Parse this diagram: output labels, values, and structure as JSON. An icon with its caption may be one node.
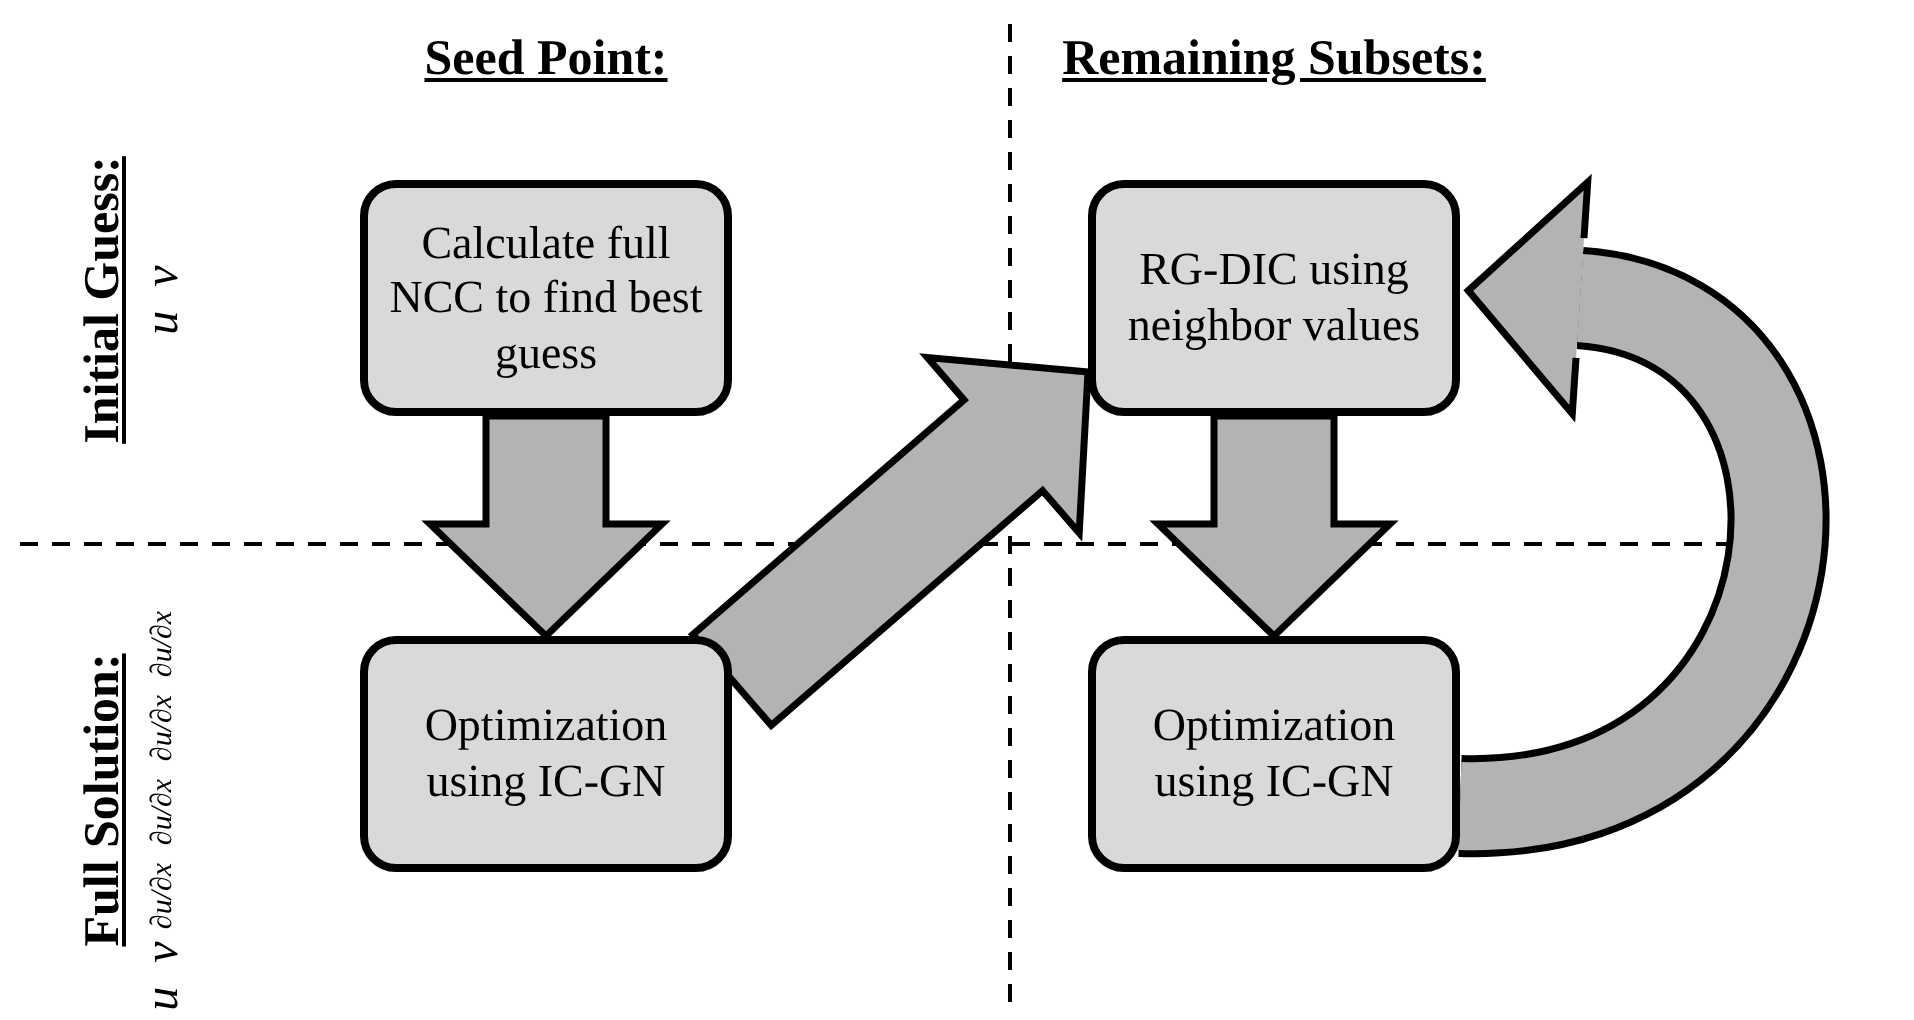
{
  "diagram": {
    "nodes": [
      {
        "text": [
          "Calculate full NCC to find best guess"
        ]
      },
      {
        "text": [
          "RG-DIC using neighbor values"
        ]
      },
      {
        "text": [
          "Optimization using IC-GN"
        ]
      },
      {
        "text": [
          "Optimization using IC-GN"
        ]
      }
    ],
    "edges": [
      {
        "from": 0,
        "to": 2,
        "arrow": "to"
      },
      {
        "from": 1,
        "to": 3,
        "arrow": "to"
      },
      {
        "from": 2,
        "to": 1,
        "arrow": "to"
      },
      {
        "from": 3,
        "to": 1,
        "arrow": "to"
      }
    ],
    "labels": [
      "Seed Point:",
      "Remaining Subsets:",
      "Initial Guess:",
      "u v",
      "Full Solution:",
      "u v",
      "∂u/∂x",
      "∂u/∂x",
      "∂u/∂x",
      "∂u/∂x"
    ]
  }
}
